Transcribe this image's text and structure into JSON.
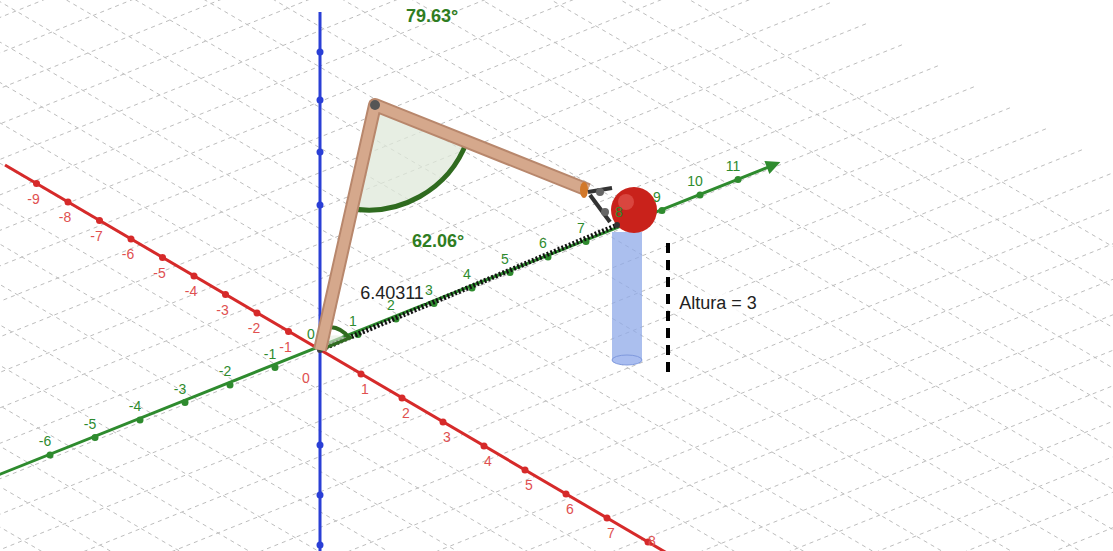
{
  "diagram": {
    "labels": [
      "79.63°",
      "62.06°",
      "6.40311",
      "Altura = 3",
      "-9",
      "-8",
      "-7",
      "-6",
      "-5",
      "-4",
      "-3",
      "-2",
      "-1",
      "0",
      "1",
      "2",
      "3",
      "4",
      "5",
      "6",
      "7",
      "8",
      "-6",
      "-5",
      "-4",
      "-3",
      "-2",
      "-1",
      "0",
      "1",
      "2",
      "3",
      "4",
      "5",
      "6",
      "7",
      "8",
      "9",
      "10",
      "11"
    ]
  }
}
